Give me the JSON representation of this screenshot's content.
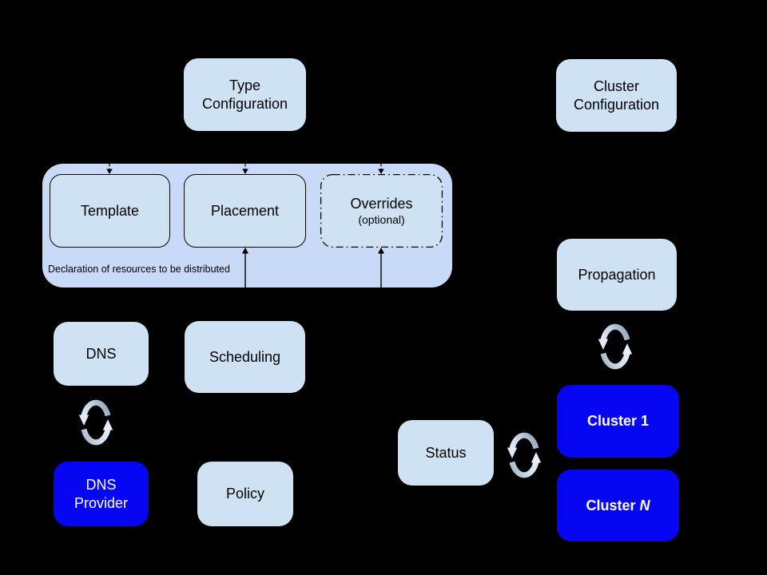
{
  "diagram": {
    "background": "#000000",
    "colors": {
      "light_box_fill": "#cfe2f3",
      "container_fill": "#c9daf8",
      "blue_box_fill": "#0606f5",
      "box_border": "#000000",
      "text_dark": "#000000",
      "text_light": "#ffffff",
      "sync_icon_dark": "#8ba1b5",
      "sync_icon_light": "#e9f1f9"
    },
    "nodes": {
      "type_configuration": {
        "line1": "Type",
        "line2": "Configuration"
      },
      "cluster_configuration": {
        "line1": "Cluster",
        "line2": "Configuration"
      },
      "template": {
        "label": "Template"
      },
      "placement": {
        "label": "Placement"
      },
      "overrides": {
        "label": "Overrides",
        "sublabel": "(optional)"
      },
      "declaration_note": {
        "label": "Declaration of resources to be distributed"
      },
      "dns": {
        "label": "DNS"
      },
      "scheduling": {
        "label": "Scheduling"
      },
      "dns_provider": {
        "line1": "DNS",
        "line2": "Provider"
      },
      "policy": {
        "label": "Policy"
      },
      "propagation": {
        "label": "Propagation"
      },
      "status": {
        "label": "Status"
      },
      "cluster_1": {
        "label": "Cluster 1"
      },
      "cluster_n": {
        "prefix": "Cluster ",
        "suffix": "N"
      }
    },
    "icons": [
      {
        "name": "sync-icon",
        "between": [
          "dns",
          "dns_provider"
        ]
      },
      {
        "name": "sync-icon",
        "between": [
          "propagation",
          "cluster_1"
        ]
      },
      {
        "name": "sync-icon",
        "between": [
          "status",
          "cluster_1"
        ]
      }
    ],
    "arrows": [
      {
        "name": "dashed-down-arrow",
        "target": "template"
      },
      {
        "name": "dashed-down-arrow",
        "target": "placement"
      },
      {
        "name": "dashed-down-arrow",
        "target": "overrides"
      },
      {
        "name": "solid-up-arrow",
        "target": "placement"
      },
      {
        "name": "solid-up-arrow",
        "target": "overrides"
      }
    ]
  }
}
